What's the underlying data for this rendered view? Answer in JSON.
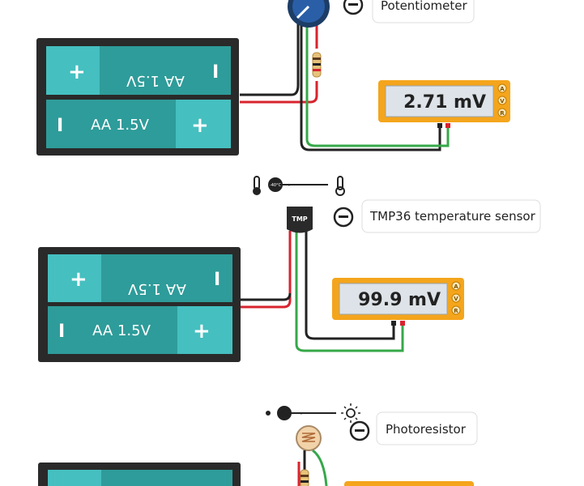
{
  "batteries": {
    "top_label": "AA 1.5V",
    "bottom_label": "AA 1.5V",
    "plus_sign": "+",
    "minus_sign": "I"
  },
  "components": {
    "potentiometer": {
      "label": "Potentiometer",
      "meter_reading": "2.71 mV"
    },
    "tmp36": {
      "label": "TMP36 temperature sensor",
      "chip_text": "TMP",
      "slider_readout": "-40°C",
      "meter_reading": "99.9 mV"
    },
    "photoresistor": {
      "label": "Photoresistor"
    }
  },
  "multimeter": {
    "modes": [
      "A",
      "V",
      "R"
    ]
  },
  "colors": {
    "battery_teal": "#2e9c9a",
    "battery_highlight": "#45bfc0",
    "meter_orange": "#f4a51c",
    "wire_red": "#d9232e",
    "wire_green": "#36a84a",
    "wire_black": "#222222"
  },
  "icons": [
    "remove-circle-icon",
    "thermometer-icon",
    "sun-icon",
    "moon-dot-icon"
  ]
}
